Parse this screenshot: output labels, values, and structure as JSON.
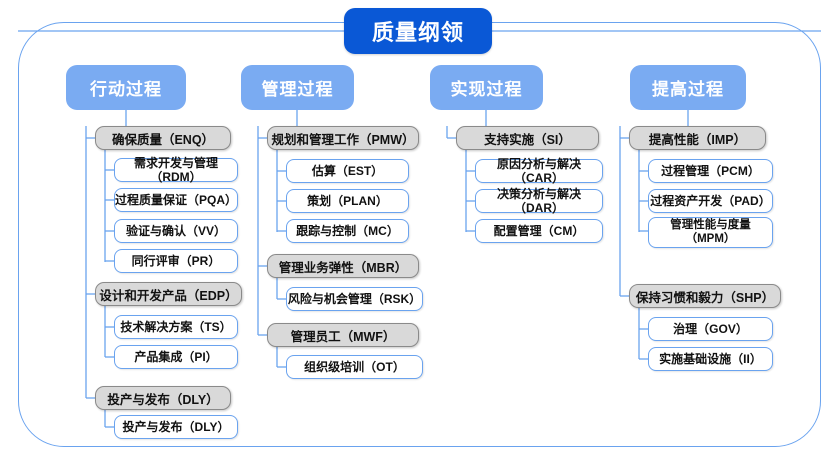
{
  "title": {
    "label": "质量纲领"
  },
  "columns": [
    {
      "id": "action",
      "header": "行动过程",
      "groups": [
        {
          "label": "确保质量（ENQ）",
          "items": [
            "需求开发与管理（RDM）",
            "过程质量保证（PQA）",
            "验证与确认（VV）",
            "同行评审（PR）"
          ]
        },
        {
          "label": "设计和开发产品（EDP）",
          "items": [
            "技术解决方案（TS）",
            "产品集成（PI）"
          ]
        },
        {
          "label": "投产与发布（DLY）",
          "items": [
            "投产与发布（DLY）"
          ]
        }
      ]
    },
    {
      "id": "management",
      "header": "管理过程",
      "groups": [
        {
          "label": "规划和管理工作（PMW）",
          "items": [
            "估算（EST）",
            "策划（PLAN）",
            "跟踪与控制（MC）"
          ]
        },
        {
          "label": "管理业务弹性（MBR）",
          "items": [
            "风险与机会管理（RSK）"
          ]
        },
        {
          "label": "管理员工（MWF）",
          "items": [
            "组织级培训（OT）"
          ]
        }
      ]
    },
    {
      "id": "implementation",
      "header": "实现过程",
      "groups": [
        {
          "label": "支持实施（SI）",
          "items": [
            "原因分析与解决（CAR）",
            "决策分析与解决（DAR）",
            "配置管理（CM）"
          ]
        }
      ]
    },
    {
      "id": "improvement",
      "header": "提高过程",
      "groups": [
        {
          "label": "提高性能（IMP）",
          "items": [
            "过程管理（PCM）",
            "过程资产开发（PAD）",
            "管理性能与度量\n（MPM）"
          ]
        },
        {
          "label": "保持习惯和毅力（SHP）",
          "items": [
            "治理（GOV）",
            "实施基础设施（II）"
          ]
        }
      ]
    }
  ],
  "colors": {
    "title_bg": "#0a58d6",
    "category_bg": "#7aabf2",
    "group_bg": "#d9d9d9",
    "group_border": "#8a8a8a",
    "leaf_border": "#6aa3ef",
    "frame_border": "#6aa3ef",
    "connector": "#6aa3ef"
  }
}
